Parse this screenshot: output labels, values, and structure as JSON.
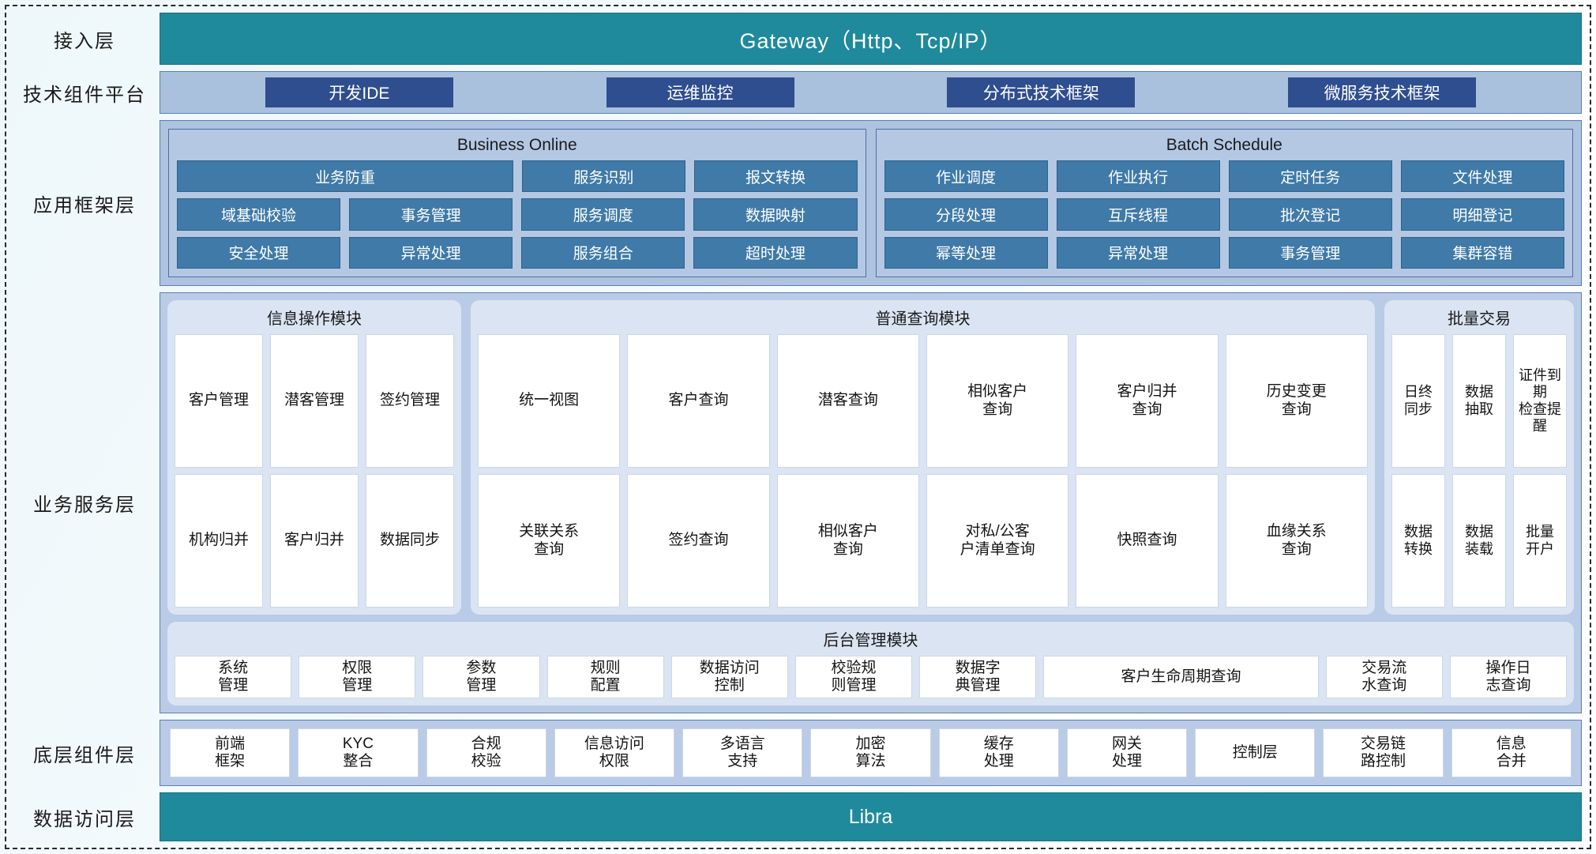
{
  "layers": {
    "access": {
      "label": "接入层",
      "bar": "Gateway（Http、Tcp/IP）"
    },
    "tech_platform": {
      "label": "技术组件平台",
      "items": [
        {
          "label": "开发IDE"
        },
        {
          "label": "运维监控"
        },
        {
          "label": "分布式技术框架"
        },
        {
          "label": "微服务技术框架"
        }
      ]
    },
    "app_framework": {
      "label": "应用框架层",
      "groups": [
        {
          "title": "Business Online",
          "rows": [
            [
              {
                "label": "业务防重",
                "span": 2
              },
              {
                "label": "服务识别"
              },
              {
                "label": "报文转换"
              }
            ],
            [
              {
                "label": "域基础校验"
              },
              {
                "label": "事务管理"
              },
              {
                "label": "服务调度"
              },
              {
                "label": "数据映射"
              }
            ],
            [
              {
                "label": "安全处理"
              },
              {
                "label": "异常处理"
              },
              {
                "label": "服务组合"
              },
              {
                "label": "超时处理"
              }
            ]
          ]
        },
        {
          "title": "Batch Schedule",
          "rows": [
            [
              {
                "label": "作业调度"
              },
              {
                "label": "作业执行"
              },
              {
                "label": "定时任务"
              },
              {
                "label": "文件处理"
              }
            ],
            [
              {
                "label": "分段处理"
              },
              {
                "label": "互斥线程"
              },
              {
                "label": "批次登记"
              },
              {
                "label": "明细登记"
              }
            ],
            [
              {
                "label": "幂等处理"
              },
              {
                "label": "异常处理"
              },
              {
                "label": "事务管理"
              },
              {
                "label": "集群容错"
              }
            ]
          ]
        }
      ]
    },
    "business_service": {
      "label": "业务服务层",
      "modules": [
        {
          "title": "信息操作模块",
          "rows": [
            [
              "客户管理",
              "潜客管理",
              "签约管理"
            ],
            [
              "机构归并",
              "客户归并",
              "数据同步"
            ]
          ]
        },
        {
          "title": "普通查询模块",
          "rows": [
            [
              "统一视图",
              "客户查询",
              "潜客查询",
              "相似客户\n查询",
              "客户归并\n查询",
              "历史变更\n查询"
            ],
            [
              "关联关系\n查询",
              "签约查询",
              "相似客户\n查询",
              "对私/公客\n户清单查询",
              "快照查询",
              "血缘关系\n查询"
            ]
          ]
        },
        {
          "title": "批量交易",
          "rows": [
            [
              "日终\n同步",
              "数据\n抽取",
              "证件到期\n检查提醒"
            ],
            [
              "数据\n转换",
              "数据\n装载",
              "批量\n开户"
            ]
          ]
        }
      ],
      "admin_module": {
        "title": "后台管理模块",
        "items": [
          {
            "label": "系统\n管理",
            "wide": false
          },
          {
            "label": "权限\n管理",
            "wide": false
          },
          {
            "label": "参数\n管理",
            "wide": false
          },
          {
            "label": "规则\n配置",
            "wide": false
          },
          {
            "label": "数据访问\n控制",
            "wide": false
          },
          {
            "label": "校验规\n则管理",
            "wide": false
          },
          {
            "label": "数据字\n典管理",
            "wide": false
          },
          {
            "label": "客户生命周期查询",
            "wide": true
          },
          {
            "label": "交易流\n水查询",
            "wide": false
          },
          {
            "label": "操作日\n志查询",
            "wide": false
          }
        ]
      }
    },
    "bottom_components": {
      "label": "底层组件层",
      "items": [
        "前端\n框架",
        "KYC\n整合",
        "合规\n校验",
        "信息访问\n权限",
        "多语言\n支持",
        "加密\n算法",
        "缓存\n处理",
        "网关\n处理",
        "控制层",
        "交易链\n路控制",
        "信息\n合并"
      ]
    },
    "data_access": {
      "label": "数据访问层",
      "bar": "Libra"
    }
  },
  "colors": {
    "teal": "#1f8a9b",
    "dark_blue_chip": "#2e4e8f",
    "app_chip": "#3f7aa8",
    "band_blue": "#b9cbe6",
    "module_bg": "#dbe4f3",
    "cell_white": "#ffffff"
  }
}
